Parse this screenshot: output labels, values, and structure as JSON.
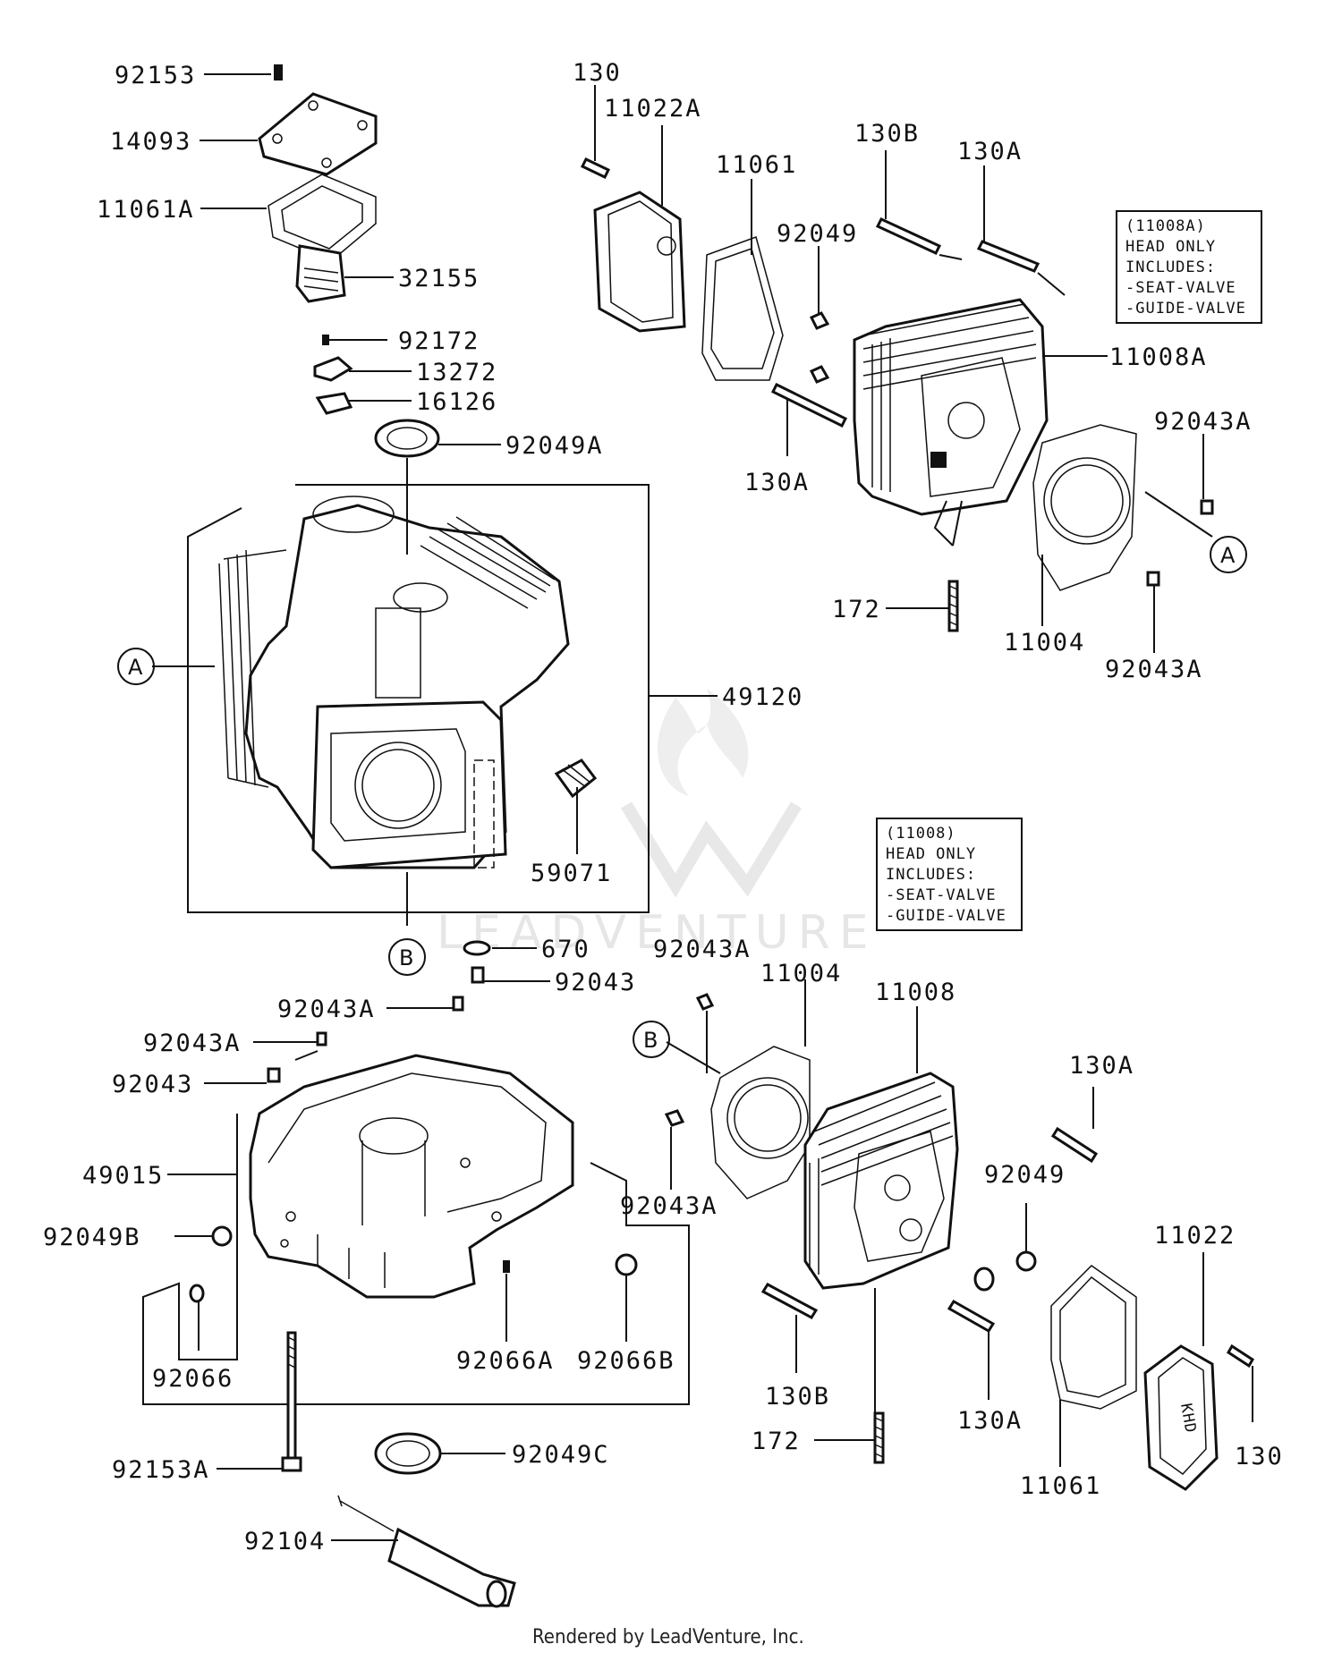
{
  "labels": {
    "l92153": "92153",
    "l14093": "14093",
    "l11061A": "11061A",
    "l32155": "32155",
    "l92172": "92172",
    "l13272": "13272",
    "l16126": "16126",
    "l92049A": "92049A",
    "l49120": "49120",
    "l59071": "59071",
    "l670": "670",
    "l92043_top": "92043",
    "l92043A_a": "92043A",
    "l92043A_b": "92043A",
    "l92043_left": "92043",
    "l49015": "49015",
    "l92049B": "92049B",
    "l92066": "92066",
    "l92066A": "92066A",
    "l92066B": "92066B",
    "l92153A": "92153A",
    "l92049C": "92049C",
    "l92104": "92104",
    "l130_top": "130",
    "l11022A": "11022A",
    "l11061_top": "11061",
    "l130B_top": "130B",
    "l130A_top": "130A",
    "l92049_top": "92049",
    "l11008A": "11008A",
    "l92043A_r1": "92043A",
    "l130A_mid": "130A",
    "l172_top": "172",
    "l11004_top": "11004",
    "l92043A_r2": "92043A",
    "l92043A_r3": "92043A",
    "l11004_bot": "11004",
    "l11008": "11008",
    "l92043A_r4": "92043A",
    "l130A_r1": "130A",
    "l92049_bot": "92049",
    "l11022": "11022",
    "l130B_bot": "130B",
    "l172_bot": "172",
    "l130A_r2": "130A",
    "l11061_bot": "11061",
    "l130_bot": "130"
  },
  "refs": {
    "A_left": "A",
    "A_right": "A",
    "B_left": "B",
    "B_right": "B"
  },
  "note_11008A": [
    "(11008A)",
    "HEAD ONLY",
    "INCLUDES:",
    "-SEAT-VALVE",
    "-GUIDE-VALVE"
  ],
  "note_11008": [
    "(11008)",
    "HEAD ONLY",
    "INCLUDES:",
    "-SEAT-VALVE",
    "-GUIDE-VALVE"
  ],
  "footer": "Rendered by LeadVenture, Inc.",
  "watermark": "LEADVENTURE"
}
